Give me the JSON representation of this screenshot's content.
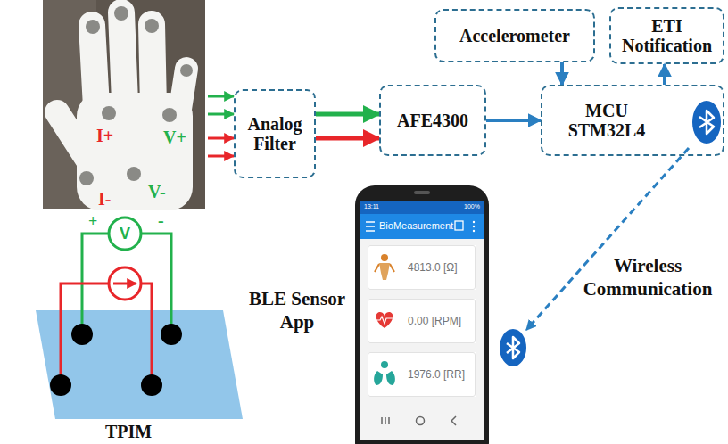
{
  "diagram": {
    "nodes": [
      {
        "text": [
          "Accelerometer"
        ]
      },
      {
        "text": [
          "ETI Notification"
        ]
      },
      {
        "text": [
          "Analog Filter"
        ]
      },
      {
        "text": [
          "AFE4300"
        ]
      },
      {
        "text": [
          "MCU STM32L4"
        ]
      },
      {
        "text": [
          "4813.0 [Ω]"
        ]
      },
      {
        "text": [
          "0.00 [RPM]"
        ]
      },
      {
        "text": [
          "1976.0 [RR]"
        ]
      }
    ],
    "edges": [
      {
        "from": 2,
        "to": 3,
        "arrow": "to"
      },
      {
        "from": 2,
        "to": 3,
        "arrow": "to"
      },
      {
        "from": 3,
        "to": 4,
        "arrow": "to"
      },
      {
        "from": 0,
        "to": 4,
        "arrow": "to"
      },
      {
        "from": 4,
        "to": 1,
        "arrow": "to"
      }
    ],
    "labels": [
      "I+",
      "V+",
      "V-",
      "I-",
      "+",
      "V",
      "-",
      "TPIM",
      "BLE Sensor App",
      "Wireless Communication",
      "BioMeasurement",
      "13:11",
      "100%"
    ]
  }
}
